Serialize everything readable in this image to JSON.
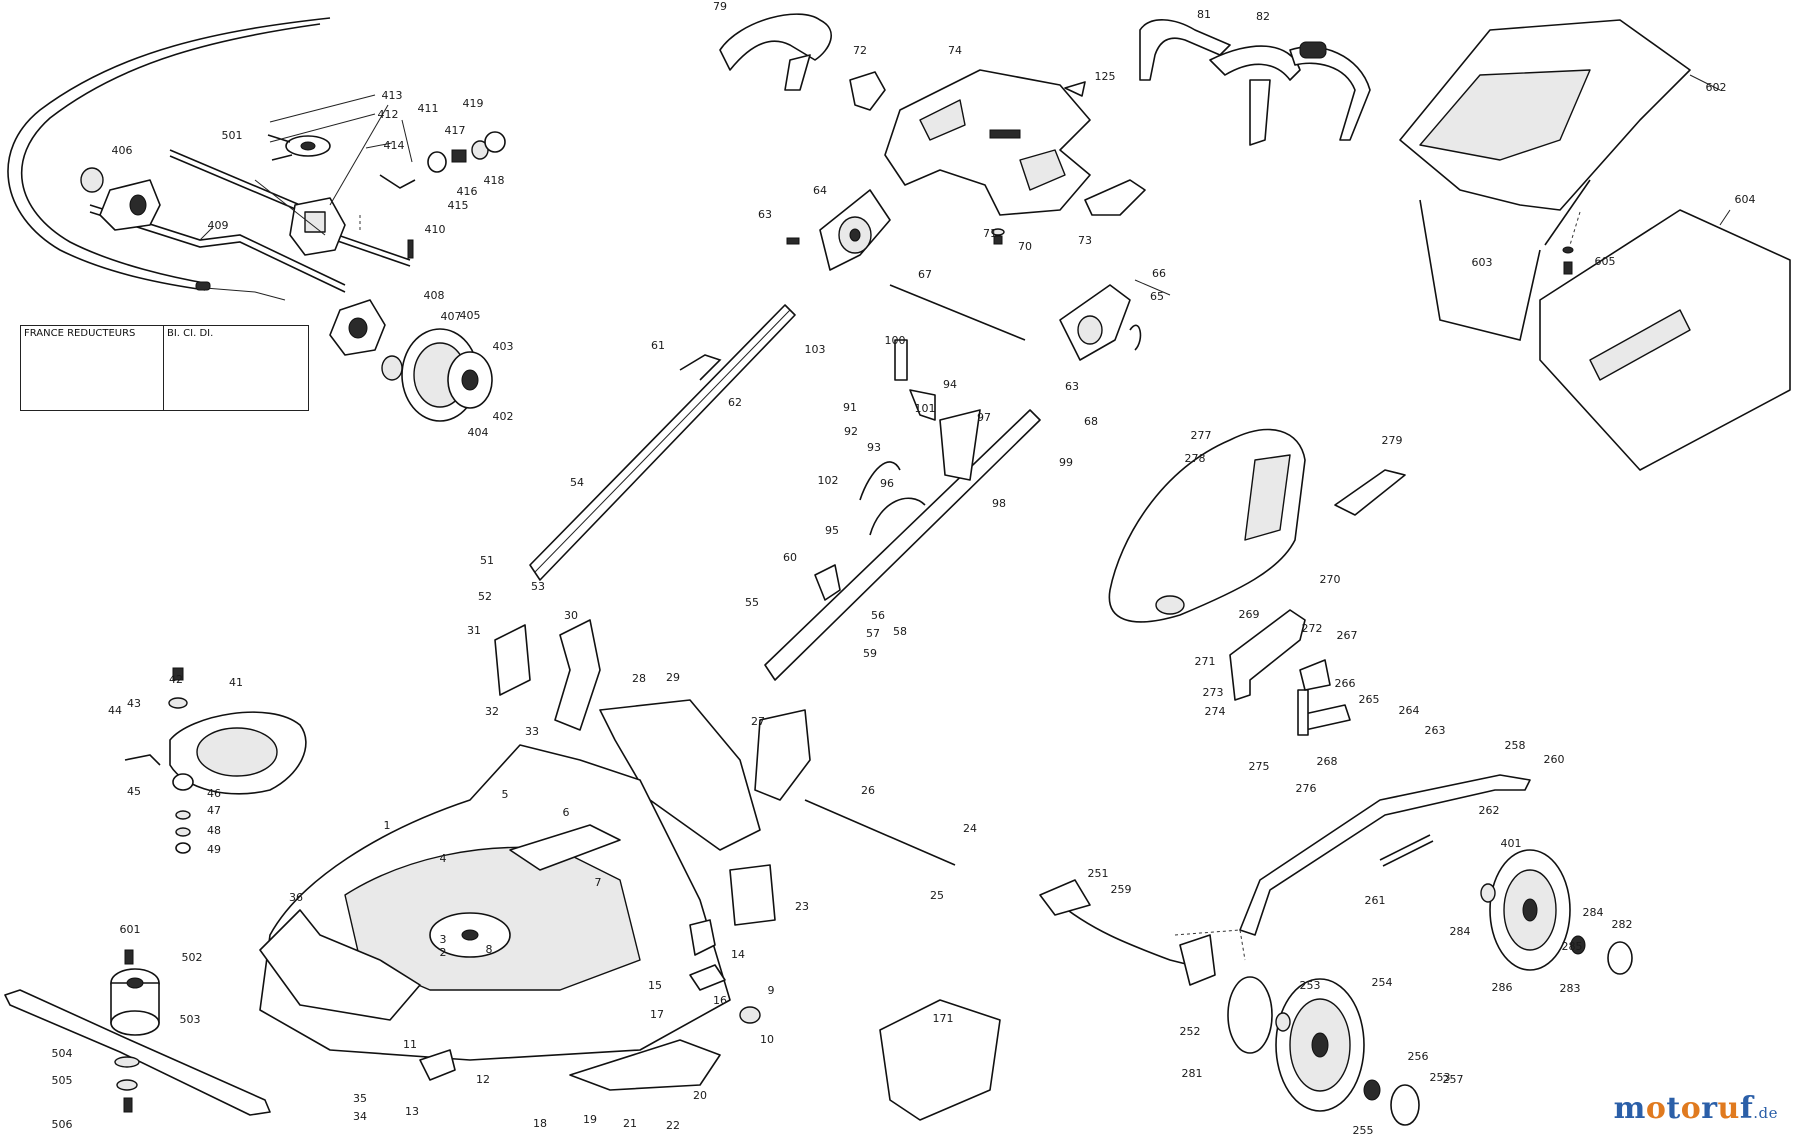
{
  "inset": {
    "left_title": "FRANCE REDUCTEURS",
    "right_title": "BI. CI. DI."
  },
  "brand": {
    "name": "motoruf",
    "tld": ".de",
    "letter_colors": [
      "#2b5fa8",
      "#e07a1f",
      "#2b5fa8",
      "#e07a1f",
      "#2b5fa8",
      "#e07a1f",
      "#2b5fa8"
    ]
  },
  "part_numbers": [
    "1",
    "4",
    "5",
    "6",
    "7",
    "2",
    "3",
    "8",
    "9",
    "10",
    "11",
    "12",
    "13",
    "14",
    "15",
    "16",
    "17",
    "18",
    "19",
    "20",
    "21",
    "22",
    "23",
    "24",
    "25",
    "26",
    "27",
    "28",
    "29",
    "30",
    "31",
    "32",
    "33",
    "34",
    "35",
    "36",
    "41",
    "42",
    "43",
    "44",
    "45",
    "46",
    "47",
    "48",
    "49",
    "51",
    "52",
    "53",
    "54",
    "55",
    "56",
    "57",
    "58",
    "59",
    "60",
    "61",
    "62",
    "63",
    "63",
    "64",
    "65",
    "66",
    "67",
    "68",
    "70",
    "71",
    "72",
    "73",
    "74",
    "79",
    "81",
    "82",
    "91",
    "92",
    "93",
    "94",
    "95",
    "96",
    "97",
    "98",
    "99",
    "100",
    "101",
    "102",
    "103",
    "125",
    "171",
    "251",
    "252",
    "253",
    "253",
    "254",
    "255",
    "256",
    "257",
    "258",
    "259",
    "260",
    "261",
    "262",
    "263",
    "264",
    "265",
    "266",
    "267",
    "268",
    "269",
    "270",
    "271",
    "272",
    "273",
    "274",
    "275",
    "276",
    "277",
    "278",
    "279",
    "281",
    "282",
    "283",
    "284",
    "284",
    "285",
    "286",
    "401",
    "402",
    "403",
    "404",
    "405",
    "406",
    "407",
    "408",
    "409",
    "410",
    "411",
    "412",
    "413",
    "414",
    "415",
    "416",
    "417",
    "418",
    "419",
    "501",
    "502",
    "503",
    "504",
    "505",
    "506",
    "601",
    "602",
    "603",
    "604",
    "605"
  ]
}
